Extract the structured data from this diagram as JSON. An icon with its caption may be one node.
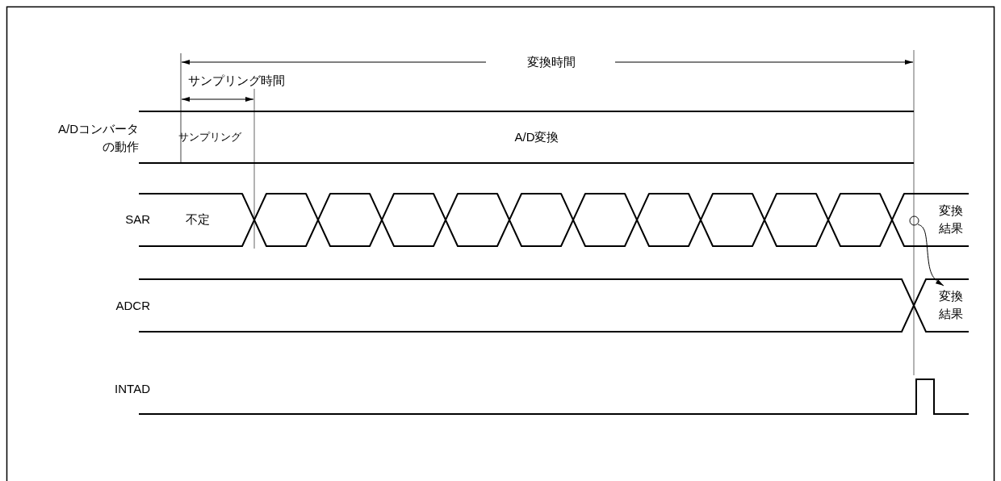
{
  "diagram": {
    "nodes": [
      {
        "text": [],
        "shape": "circle"
      },
      {
        "text": [
          "変換結果"
        ]
      }
    ],
    "edges": [
      {
        "from": 0,
        "to": 1,
        "arrow": "to"
      }
    ],
    "labels": [
      "変換時間",
      "サンプリング時間",
      "A/Dコンバータの動作",
      "サンプリング",
      "A/D変換",
      "SAR",
      "不定",
      "変換結果",
      "ADCR",
      "INTAD"
    ]
  }
}
